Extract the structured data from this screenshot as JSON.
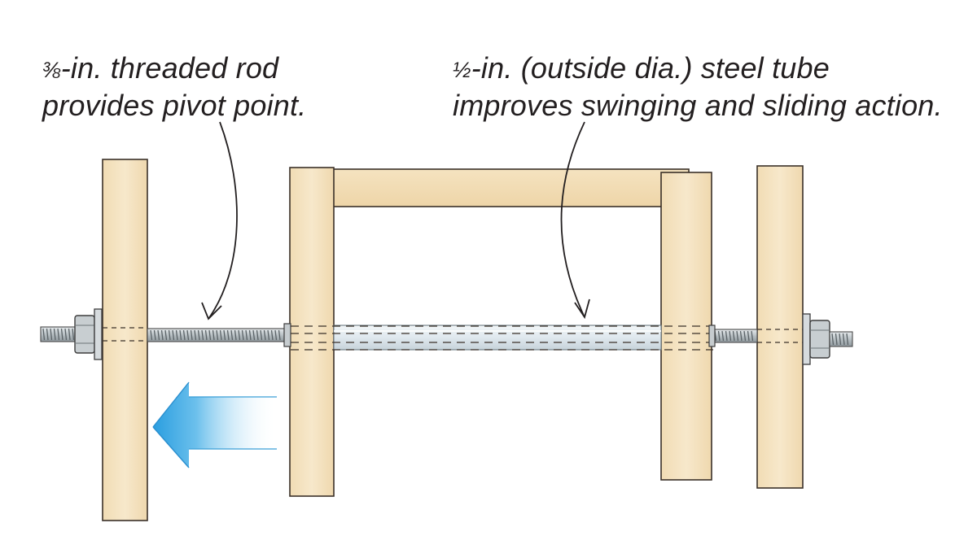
{
  "labels": {
    "threaded_rod": {
      "fraction": "⅜",
      "line1_rest": "-in. threaded rod",
      "line2": "provides pivot point."
    },
    "steel_tube": {
      "fraction": "½",
      "line1_rest": "-in. (outside dia.) steel tube",
      "line2": "improves swinging and sliding action."
    }
  },
  "colors": {
    "wood": "#f4e2c0",
    "wood_edge": "#3a3028",
    "steel": "#cfd5d8",
    "tube": "#e6eef3",
    "arrow": "#5ab4e6",
    "text": "#231f20"
  },
  "icons": {
    "direction_arrow": "left-arrow-icon"
  }
}
